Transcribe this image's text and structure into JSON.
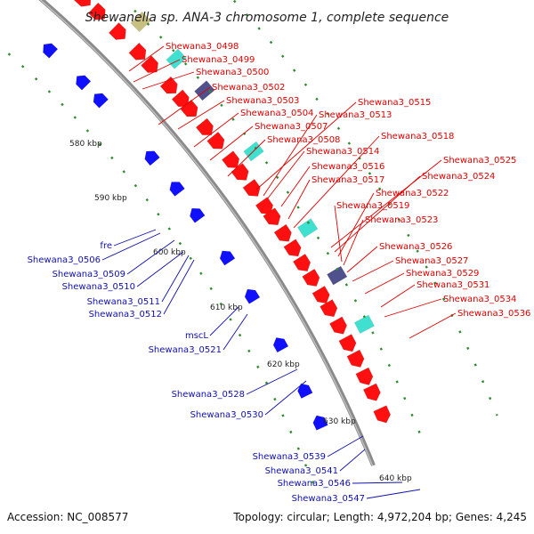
{
  "title": "Shewanella sp. ANA-3 chromosome 1, complete sequence",
  "footer": {
    "accession": "Accession: NC_008577",
    "topology": "Topology: circular; Length: 4,972,204 bp; Genes: 4,245"
  },
  "kbp_markers": [
    "580 kbp",
    "590 kbp",
    "600 kbp",
    "610 kbp",
    "620 kbp",
    "630 kbp",
    "640 kbp"
  ],
  "colors": {
    "forward_gene": "#ff1010",
    "reverse_gene": "#1010ff",
    "backbone": "#909090",
    "rRNA": "#c8c080",
    "tRNA": "#40e0d0",
    "ncRNA": "#50508c",
    "label_forward": "#e00000",
    "label_reverse": "#1010b0"
  },
  "forward_labels": [
    "Shewana3_0498",
    "Shewana3_0499",
    "Shewana3_0500",
    "Shewana3_0502",
    "Shewana3_0503",
    "Shewana3_0504",
    "Shewana3_0507",
    "Shewana3_0508",
    "Shewana3_0515",
    "Shewana3_0513",
    "Shewana3_0514",
    "Shewana3_0516",
    "Shewana3_0517",
    "Shewana3_0518",
    "Shewana3_0525",
    "Shewana3_0524",
    "Shewana3_0522",
    "Shewana3_0519",
    "Shewana3_0523",
    "Shewana3_0526",
    "Shewana3_0527",
    "Shewana3_0529",
    "Shewana3_0531",
    "Shewana3_0534",
    "Shewana3_0536"
  ],
  "reverse_labels": [
    "fre",
    "Shewana3_0506",
    "Shewana3_0509",
    "Shewana3_0510",
    "Shewana3_0511",
    "Shewana3_0512",
    "mscL",
    "Shewana3_0521",
    "Shewana3_0528",
    "Shewana3_0530",
    "Shewana3_0539",
    "Shewana3_0541",
    "Shewana3_0546",
    "Shewana3_0547"
  ]
}
